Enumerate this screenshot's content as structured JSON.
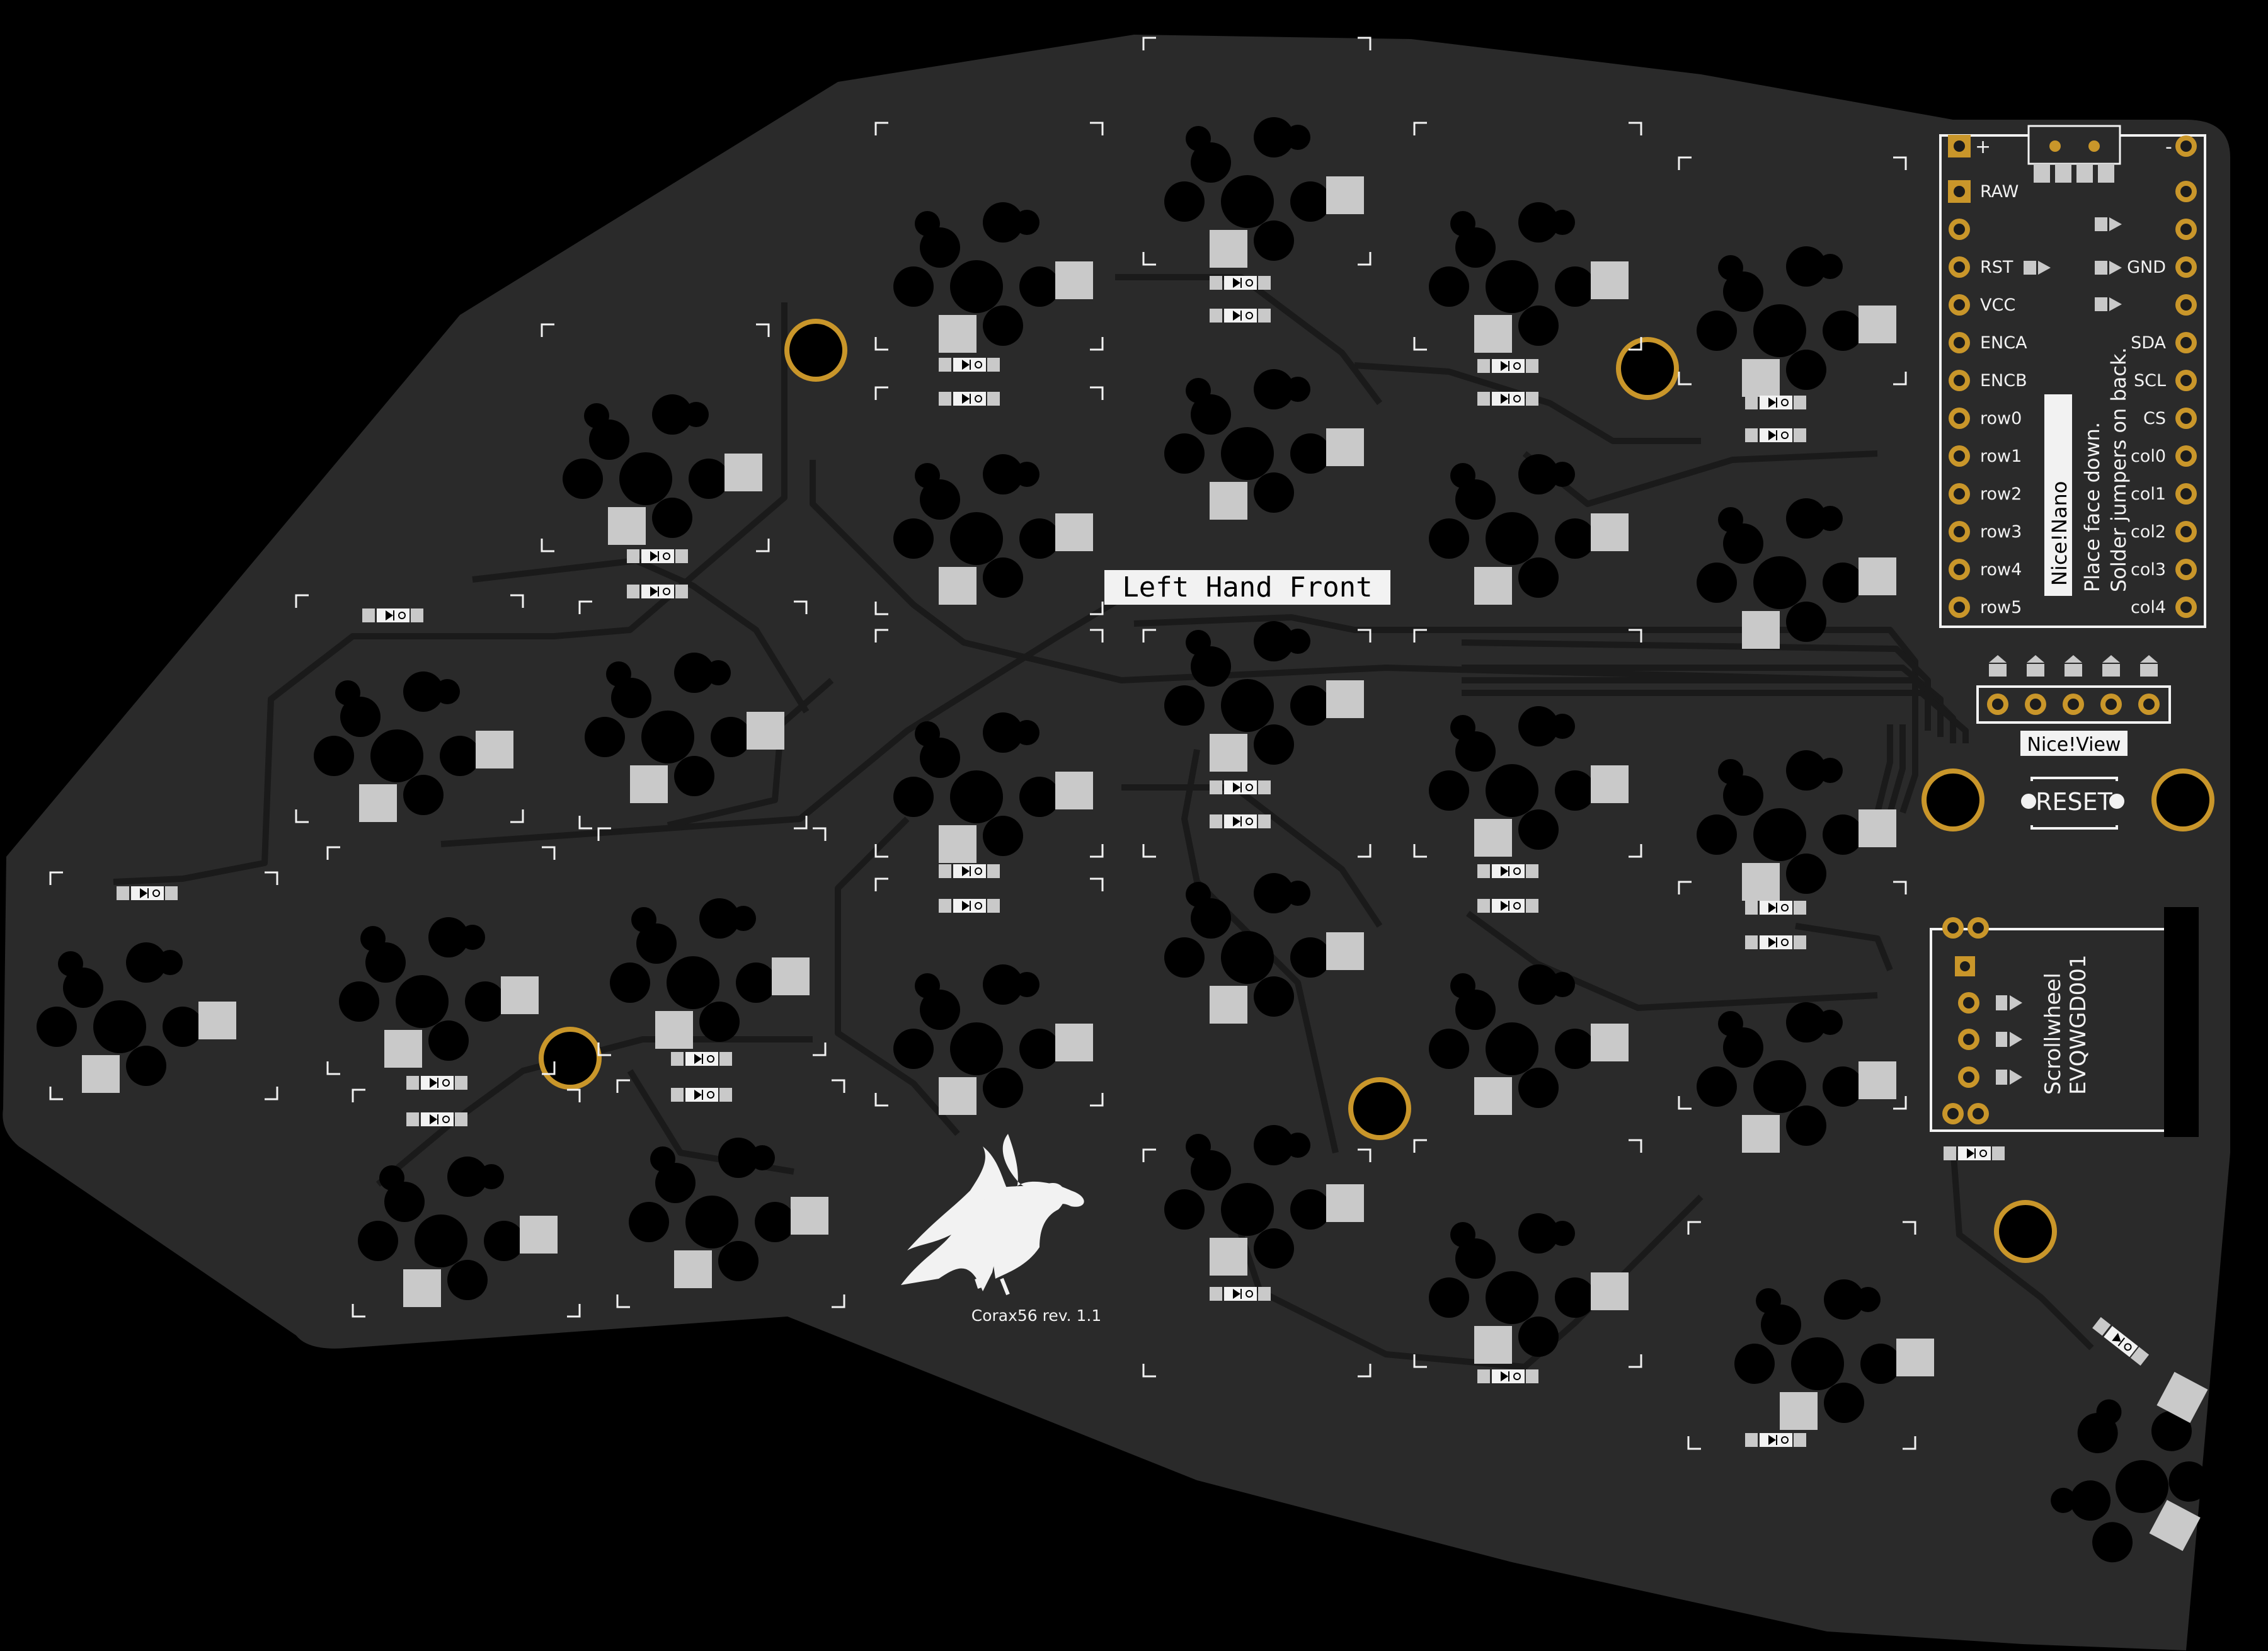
{
  "board": {
    "title": "Left Hand Front",
    "name": "Corax56 rev. 1.1",
    "colors": {
      "background": "#000000",
      "pcb": "#2a2a2a",
      "trace": "#1a1a1a",
      "pad": "#c9c9c9",
      "hole": "#000000",
      "gold": "#c9962a",
      "silk": "#f2f2f2"
    }
  },
  "mcu": {
    "name": "Nice!Nano",
    "note_line1": "Place face down.",
    "note_line2": "Solder jumpers on back.",
    "top_plus": "+",
    "top_minus": "-",
    "left_pins": [
      "RAW",
      "",
      "RST",
      "VCC",
      "ENCA",
      "ENCB",
      "row0",
      "row1",
      "row2",
      "row3",
      "row4",
      "row5"
    ],
    "right_pins": [
      "",
      "",
      "GND",
      "",
      "SDA",
      "SCL",
      "CS",
      "col0",
      "col1",
      "col2",
      "col3",
      "col4"
    ]
  },
  "display": {
    "label": "Nice!View",
    "pin_count": 5
  },
  "reset": {
    "label": "RESET"
  },
  "scrollwheel": {
    "label": "Scrollwheel",
    "part": "EVQWGD001"
  },
  "logo": {
    "icon": "raven-icon"
  }
}
